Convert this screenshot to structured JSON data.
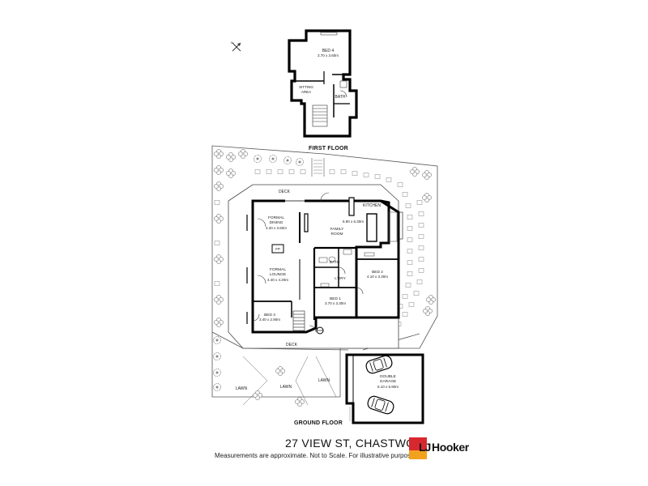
{
  "first_floor": {
    "title": "FIRST FLOOR",
    "rooms": [
      {
        "name": "BED 4",
        "dims": "3.70 x 3.60m"
      },
      {
        "name": "SITTING",
        "name2": "AREA"
      },
      {
        "name": "BATH"
      }
    ]
  },
  "ground_floor": {
    "title": "GROUND FLOOR",
    "rooms": {
      "deck_top": "DECK",
      "kitchen": "KITCHEN",
      "formal_dining": {
        "name1": "FORMAL",
        "name2": "DINING",
        "dims": "4.20 x 3.60m"
      },
      "family_room": {
        "dims": "6.90 x 6.30m",
        "name1": "FAMILY",
        "name2": "ROOM"
      },
      "fp": "FP",
      "formal_lounge": {
        "name1": "FORMAL",
        "name2": "LOUNGE",
        "dims": "4.40 x 4.20m"
      },
      "bath": "BATH",
      "laundry": "L'DRY",
      "bed2": {
        "name": "BED 2",
        "dims": "4.10 x 3.30m"
      },
      "bed1": {
        "name": "BED 1",
        "dims": "3.70 x 3.30m"
      },
      "bed3": {
        "name": "BED 3",
        "dims": "3.40 x 2.90m"
      },
      "deck_bottom": "DECK",
      "garage": {
        "name1": "DOUBLE",
        "name2": "GARAGE",
        "dims": "6.10 x 5.90m"
      },
      "lawn_left": "LAWN",
      "lawn_mid": "LAWN",
      "lawn_right": "LAWN"
    }
  },
  "address": "27 VIEW ST, CHASTWOOD",
  "disclaimer": "Measurements are approximate. Not to Scale. For illustrative purposes only.",
  "brand": {
    "lj": "LJ",
    "hooker": "Hooker",
    "red": "#d7282f",
    "orange": "#f2a11f"
  },
  "icons": [
    "compass-icon",
    "car-icon",
    "tree-icon",
    "shrub-icon"
  ]
}
